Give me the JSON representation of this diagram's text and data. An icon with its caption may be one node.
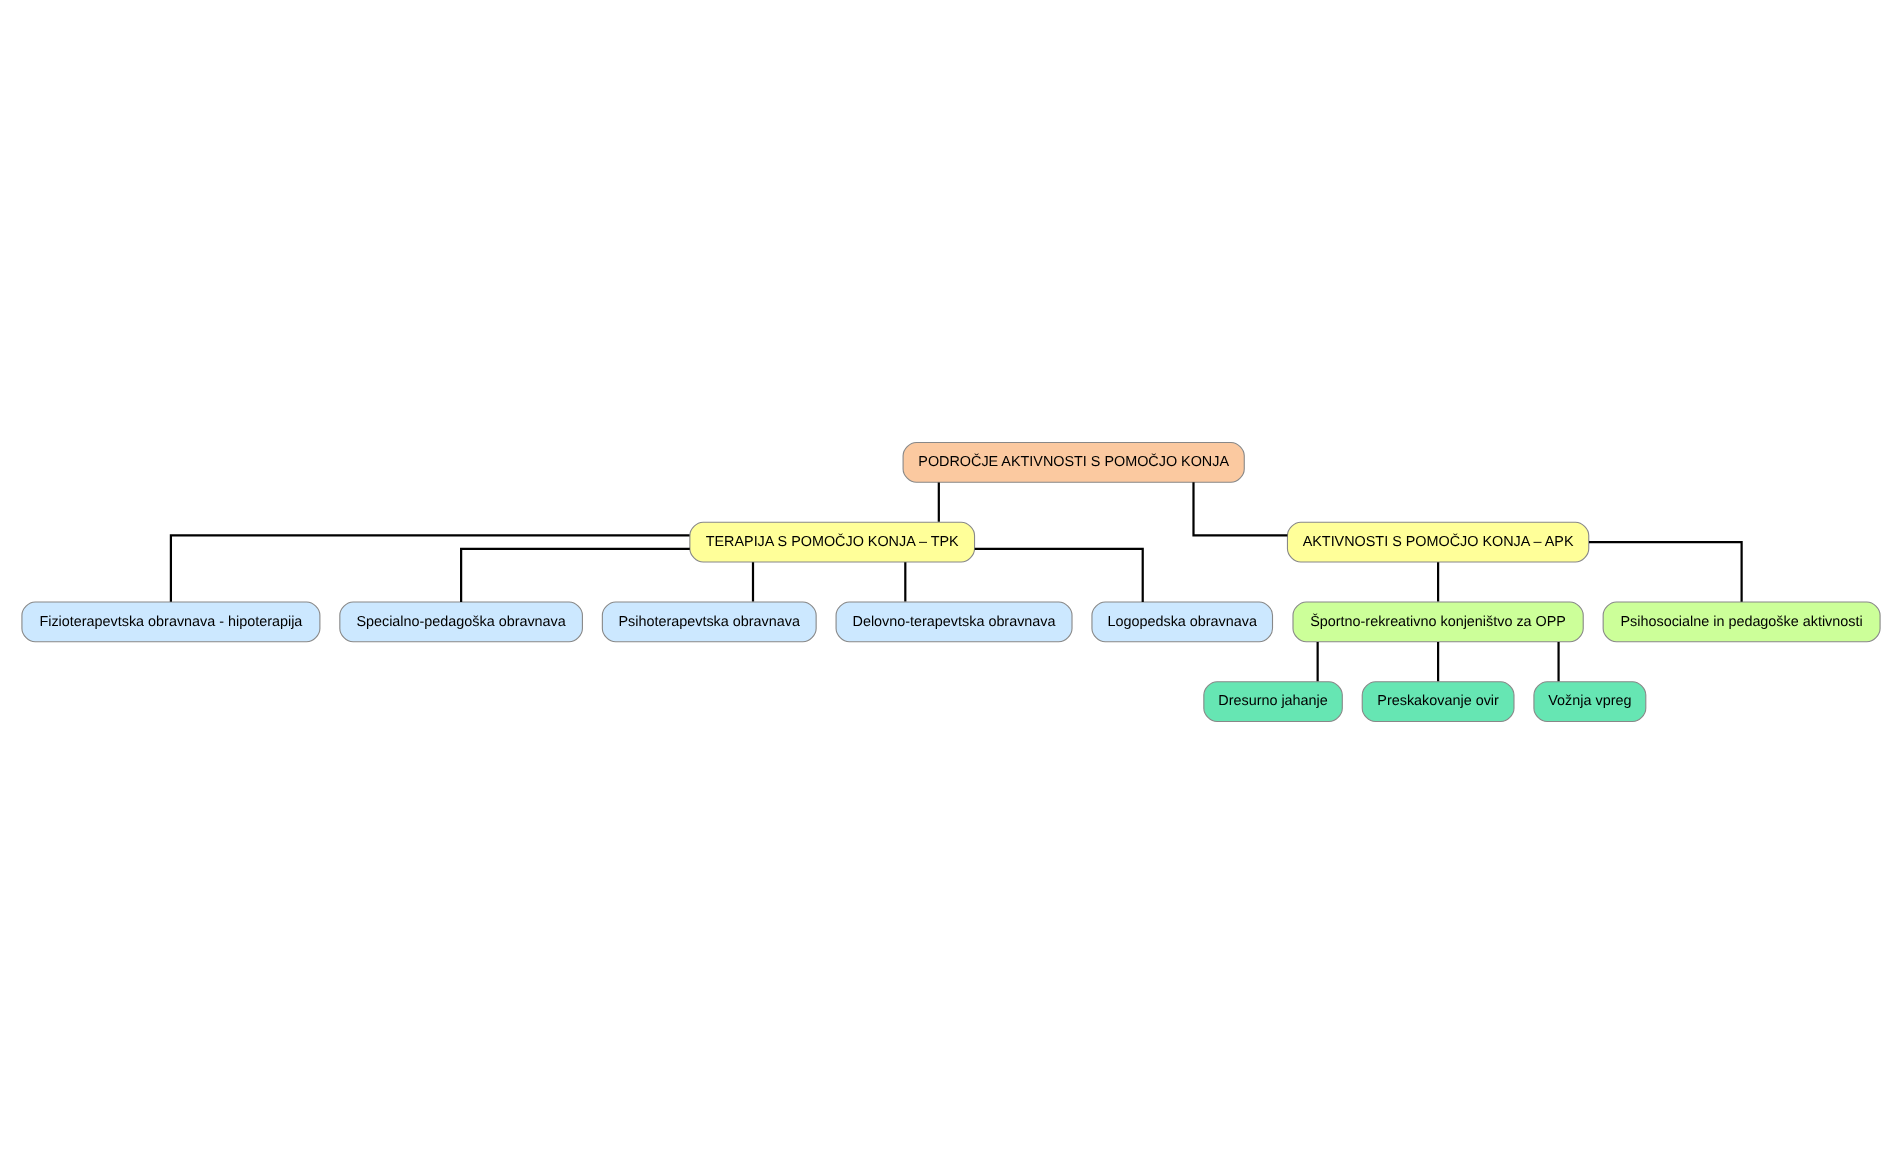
{
  "diagram": {
    "nodes": [
      {
        "text": [
          "PODROČJE AKTIVNOSTI S POMOČJO KONJA"
        ]
      },
      {
        "text": [
          "TERAPIJA S POMOČJO KONJA – TPK"
        ]
      },
      {
        "text": [
          "AKTIVNOSTI S POMOČJO KONJA – APK"
        ]
      },
      {
        "text": [
          "Fizioterapevtska obravnava - hipoterapija"
        ]
      },
      {
        "text": [
          "Specialno-pedagoška obravnava"
        ]
      },
      {
        "text": [
          "Psihoterapevtska obravnava"
        ]
      },
      {
        "text": [
          "Delovno-terapevtska obravnava"
        ]
      },
      {
        "text": [
          "Logopedska obravnava"
        ]
      },
      {
        "text": [
          "Športno-rekreativno konjeništvo za OPP"
        ]
      },
      {
        "text": [
          "Dresurno jahanje"
        ]
      },
      {
        "text": [
          "Preskakovanje ovir"
        ]
      },
      {
        "text": [
          "Vožnja vpreg"
        ]
      },
      {
        "text": [
          "Psihosocialne in pedagoške aktivnosti"
        ]
      }
    ],
    "edges": [
      {
        "from": 0,
        "to": 1,
        "arrow": "none"
      },
      {
        "from": 0,
        "to": 2,
        "arrow": "none"
      },
      {
        "from": 1,
        "to": 3,
        "arrow": "none"
      },
      {
        "from": 1,
        "to": 4,
        "arrow": "none"
      },
      {
        "from": 1,
        "to": 5,
        "arrow": "none"
      },
      {
        "from": 1,
        "to": 6,
        "arrow": "none"
      },
      {
        "from": 1,
        "to": 7,
        "arrow": "none"
      },
      {
        "from": 2,
        "to": 8,
        "arrow": "none"
      },
      {
        "from": 8,
        "to": 9,
        "arrow": "none"
      },
      {
        "from": 8,
        "to": 10,
        "arrow": "none"
      },
      {
        "from": 8,
        "to": 11,
        "arrow": "none"
      },
      {
        "from": 2,
        "to": 12,
        "arrow": "none"
      }
    ]
  }
}
